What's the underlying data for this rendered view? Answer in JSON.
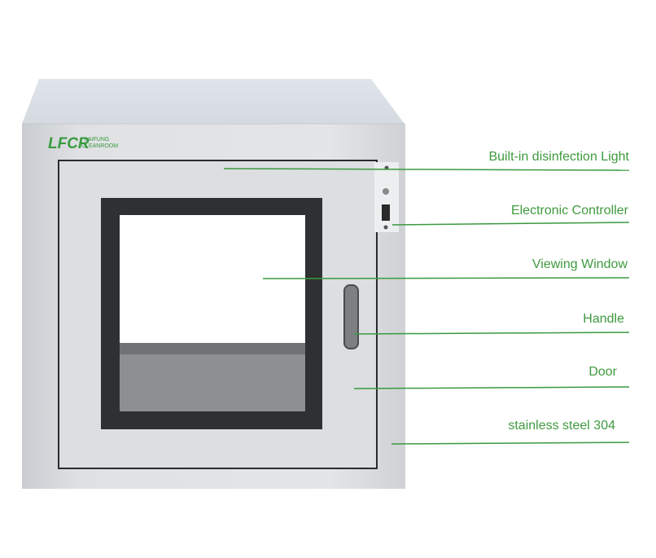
{
  "logo": {
    "mark": "LFCR",
    "line1": "LAIFUNG",
    "line2": "CLEANROOM"
  },
  "accent_color": "#3a9a3f",
  "labels": [
    {
      "text": "Built-in disinfection Light"
    },
    {
      "text": "Electronic Controller"
    },
    {
      "text": "Viewing Window"
    },
    {
      "text": "Handle"
    },
    {
      "text": "Door"
    },
    {
      "text": "stainless steel 304"
    }
  ]
}
